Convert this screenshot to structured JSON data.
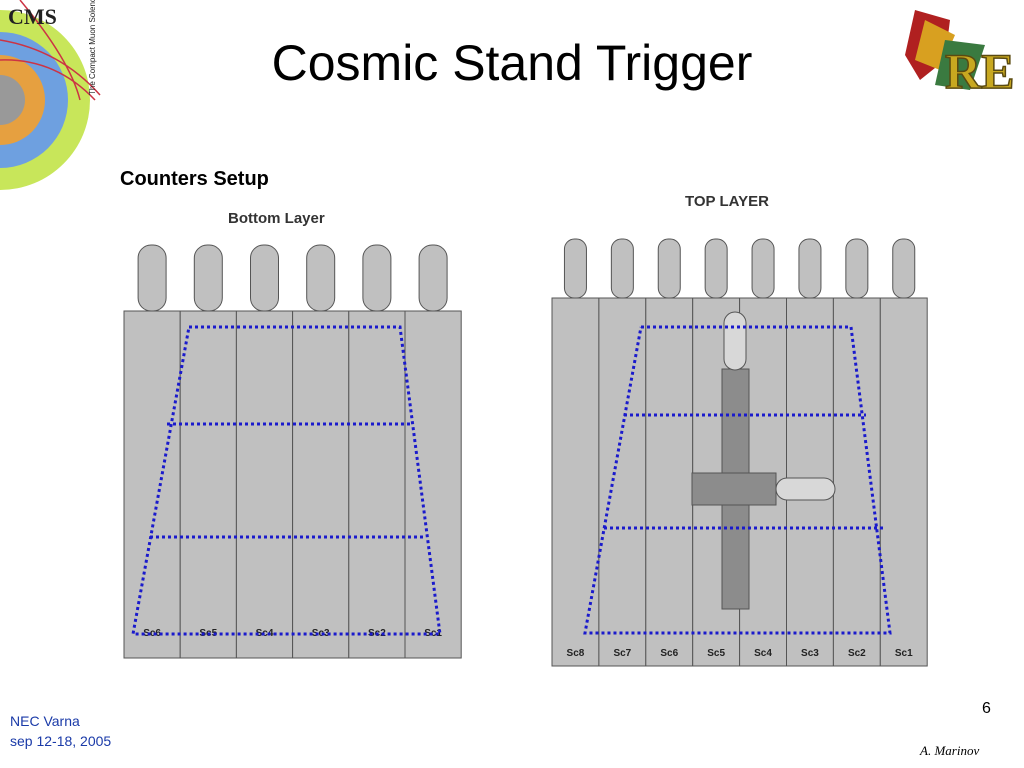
{
  "title": "Cosmic Stand Trigger",
  "subtitle": "Counters Setup",
  "bottom_layer": {
    "label": "Bottom Layer",
    "counters": [
      "Sc6",
      "Sc5",
      "Sc4",
      "Sc3",
      "Sc2",
      "Sc1"
    ]
  },
  "top_layer": {
    "label": "TOP LAYER",
    "counters": [
      "Sc8",
      "Sc7",
      "Sc6",
      "Sc5",
      "Sc4",
      "Sc3",
      "Sc2",
      "Sc1"
    ]
  },
  "logos": {
    "left": "CMS",
    "left_caption": "The Compact Muon Solenoid",
    "right": "RE"
  },
  "footer": {
    "conference": "NEC Varna",
    "dates": "sep 12-18, 2005",
    "page": "6",
    "author": "A. Marinov"
  },
  "colors": {
    "counter_fill": "#c0c0c0",
    "counter_stroke": "#555555",
    "dotted_outline": "#1a1acc",
    "detector_fill": "#8c8c8c"
  }
}
